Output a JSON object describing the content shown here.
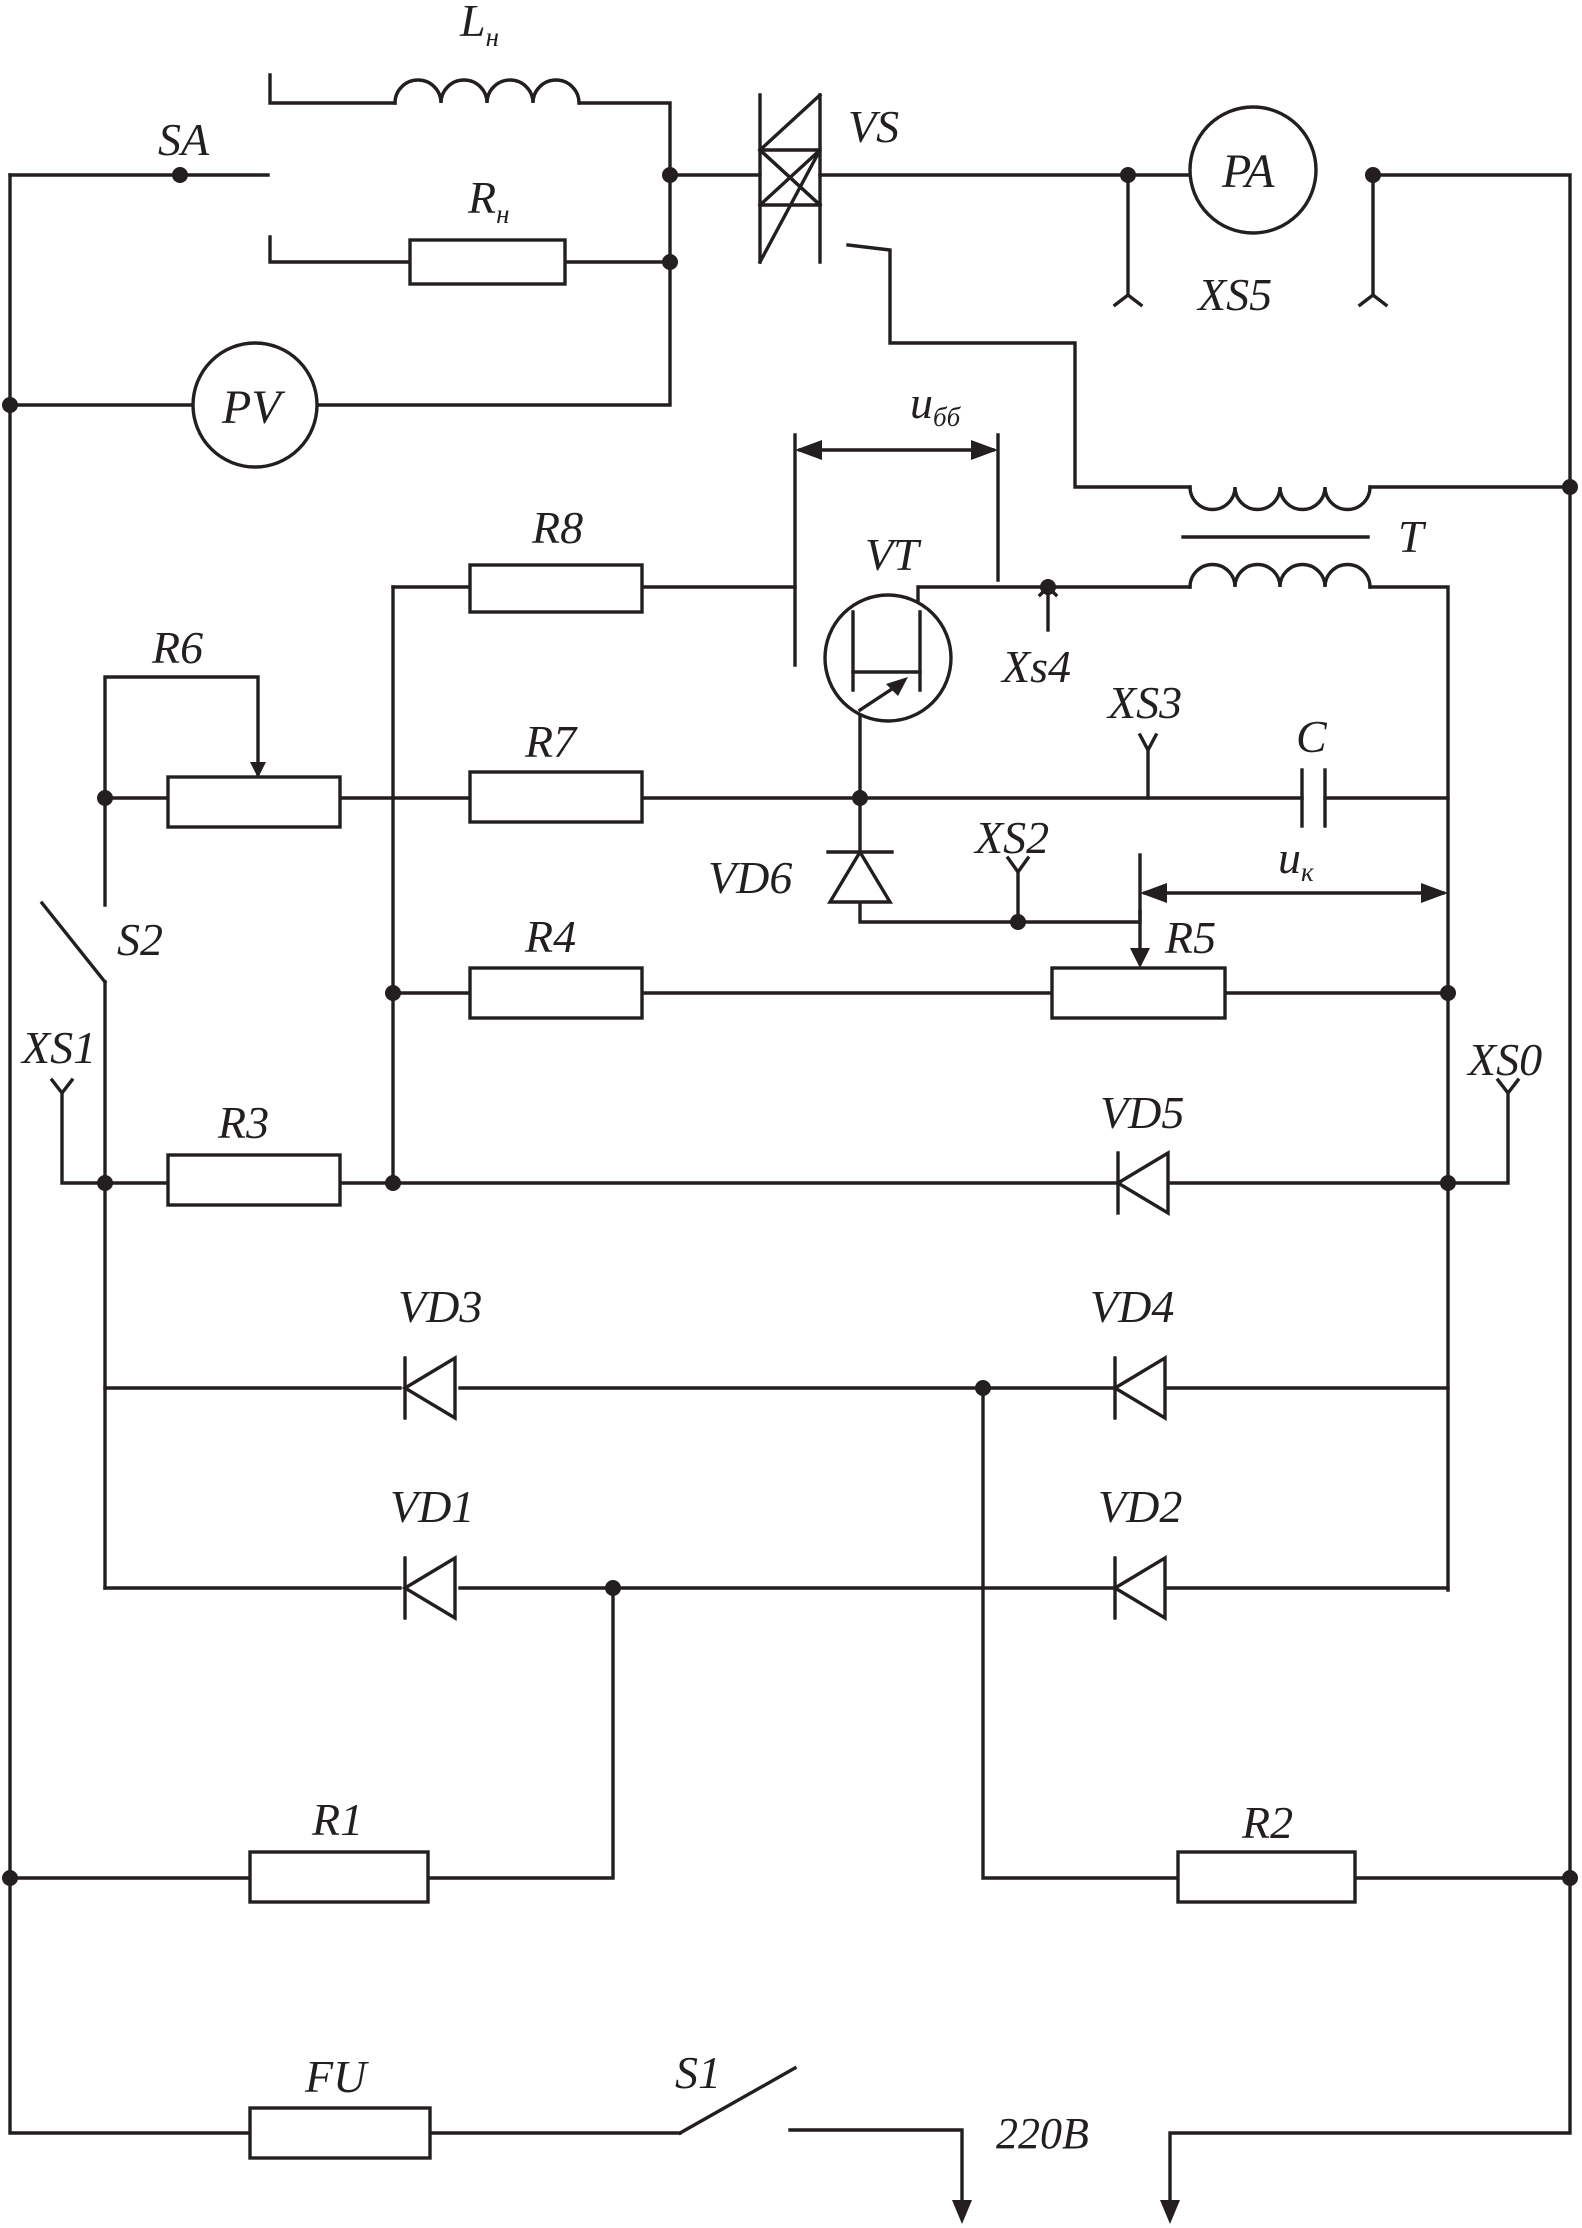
{
  "labels": {
    "SA": "SA",
    "Ln": "L",
    "Ln_sub": "н",
    "Rn": "R",
    "Rn_sub": "н",
    "VS": "VS",
    "PA": "PA",
    "XS5": "XS5",
    "PV": "PV",
    "u_bb": "u",
    "u_bb_sub": "бб",
    "VT": "VT",
    "T": "T",
    "R8": "R8",
    "R6": "R6",
    "R7": "R7",
    "Xs4": "Xs4",
    "XS3": "XS3",
    "C": "C",
    "VD6": "VD6",
    "XS2": "XS2",
    "u_k": "u",
    "u_k_sub": "к",
    "S2": "S2",
    "R4": "R4",
    "R5": "R5",
    "XS1": "XS1",
    "XS0": "XS0",
    "R3": "R3",
    "VD5": "VD5",
    "VD3": "VD3",
    "VD4": "VD4",
    "VD1": "VD1",
    "VD2": "VD2",
    "R1": "R1",
    "R2": "R2",
    "FU": "FU",
    "S1": "S1",
    "V220": "220В"
  },
  "colors": {
    "ink": "#231f20",
    "background": "#ffffff"
  }
}
